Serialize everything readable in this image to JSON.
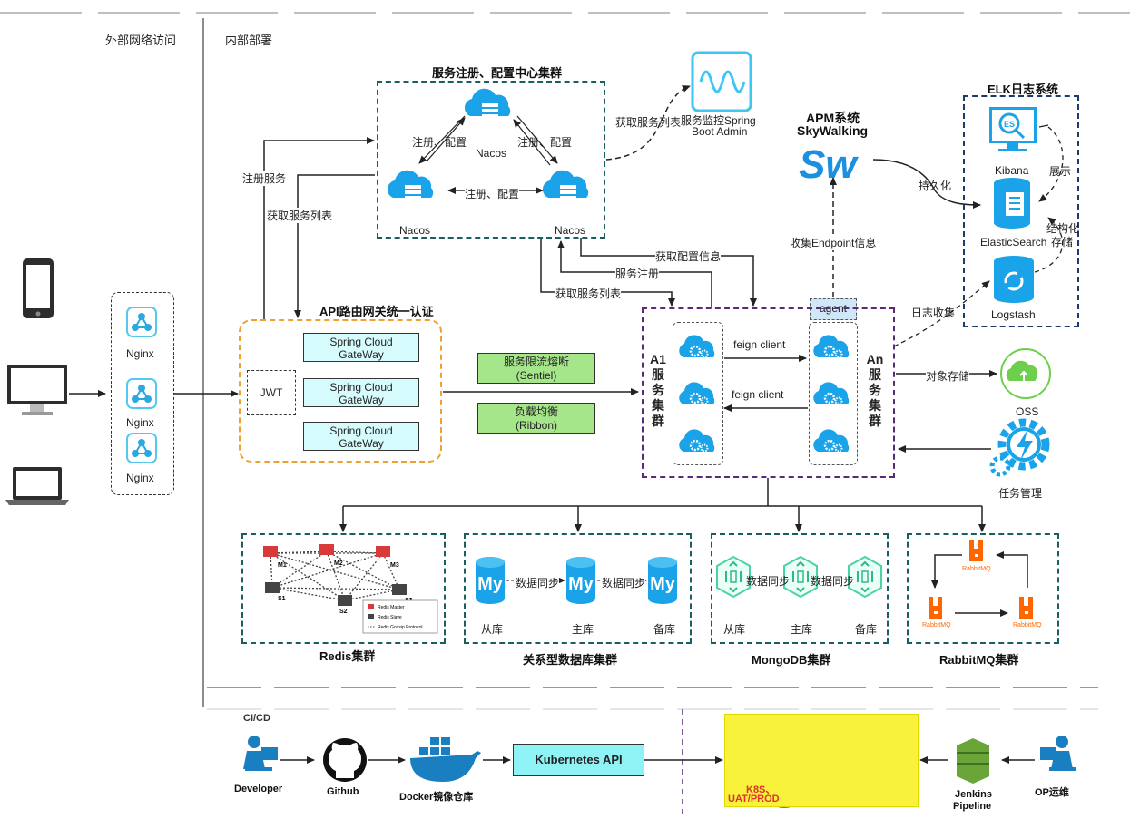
{
  "zones": {
    "external": "外部网络访问",
    "internal": "内部部署"
  },
  "registry": {
    "title": "服务注册、配置中心集群",
    "nodes": [
      "Nacos",
      "Nacos",
      "Nacos"
    ],
    "edge_labels": [
      "注册、配置",
      "注册、配置",
      "注册、配置"
    ]
  },
  "monitor": {
    "line1": "服务监控Spring",
    "line2": "Boot Admin",
    "fetch": "获取服务列表"
  },
  "apm": {
    "title1": "APM系统",
    "title2": "SkyWalking",
    "logo": "Sw",
    "persist": "持久化",
    "collect": "收集Endpoint信息",
    "agent": "agent"
  },
  "elk": {
    "title": "ELK日志系统",
    "kibana": "Kibana",
    "es": "ElasticSearch",
    "logstash": "Logstash",
    "show": "展示",
    "struct": "结构化",
    "store": "存储",
    "log_collect": "日志收集"
  },
  "clients": {
    "nginx": [
      "Nginx",
      "Nginx",
      "Nginx"
    ]
  },
  "gateway": {
    "title": "API路由网关统一认证",
    "jwt": "JWT",
    "instances": [
      {
        "line1": "Spring Cloud",
        "line2": "GateWay"
      },
      {
        "line1": "Spring Cloud",
        "line2": "GateWay"
      },
      {
        "line1": "Spring Cloud",
        "line2": "GateWay"
      }
    ],
    "register": "注册服务",
    "fetch": "获取服务列表"
  },
  "policies": [
    {
      "line1": "服务限流熔断",
      "line2": "(Sentiel)"
    },
    {
      "line1": "负载均衡",
      "line2": "(Ribbon)"
    }
  ],
  "services": {
    "a1": [
      "A1",
      "服",
      "务",
      "集",
      "群"
    ],
    "an": [
      "An",
      "服",
      "务",
      "集",
      "群"
    ],
    "feign1": "feign client",
    "feign2": "feign client",
    "get_config": "获取配置信息",
    "svc_register": "服务注册",
    "svc_fetch": "获取服务列表",
    "object_storage": "对象存储",
    "oss": "OSS",
    "task": "任务管理"
  },
  "clusters": {
    "redis": {
      "title": "Redis集群",
      "nodes": [
        "M1",
        "M2",
        "M3",
        "S1",
        "S2",
        "S3"
      ],
      "legend": [
        "Redis Master",
        "Redis Slave",
        "Redis Gossip Protocol"
      ]
    },
    "mysql": {
      "title": "关系型数据库集群",
      "labels": [
        "从库",
        "主库",
        "备库"
      ],
      "sync": [
        "数据同步",
        "数据同步"
      ],
      "logo": "My"
    },
    "mongo": {
      "title": "MongoDB集群",
      "labels": [
        "从库",
        "主库",
        "备库"
      ],
      "sync": [
        "数据同步",
        "数据同步"
      ]
    },
    "rabbit": {
      "title": "RabbitMQ集群",
      "logo_text": "RabbitMQ"
    }
  },
  "cicd": {
    "title": "CI/CD",
    "developer": "Developer",
    "github": "Github",
    "docker": "Docker镜像仓库",
    "k8s_api": "Kubernetes API",
    "k8s_env1": "K8S、",
    "k8s_env2": "UAT/PROD",
    "jenkins1": "Jenkins",
    "jenkins2": "Pipeline",
    "ops": "OP运维"
  },
  "colors": {
    "teal": "#1b5e5e",
    "orange": "#f0a030",
    "purple": "#5a2a7a",
    "cyan_icon": "#1aa3e8",
    "green_box": "#a6e68a",
    "k8s_yellow": "#f8f23a"
  }
}
